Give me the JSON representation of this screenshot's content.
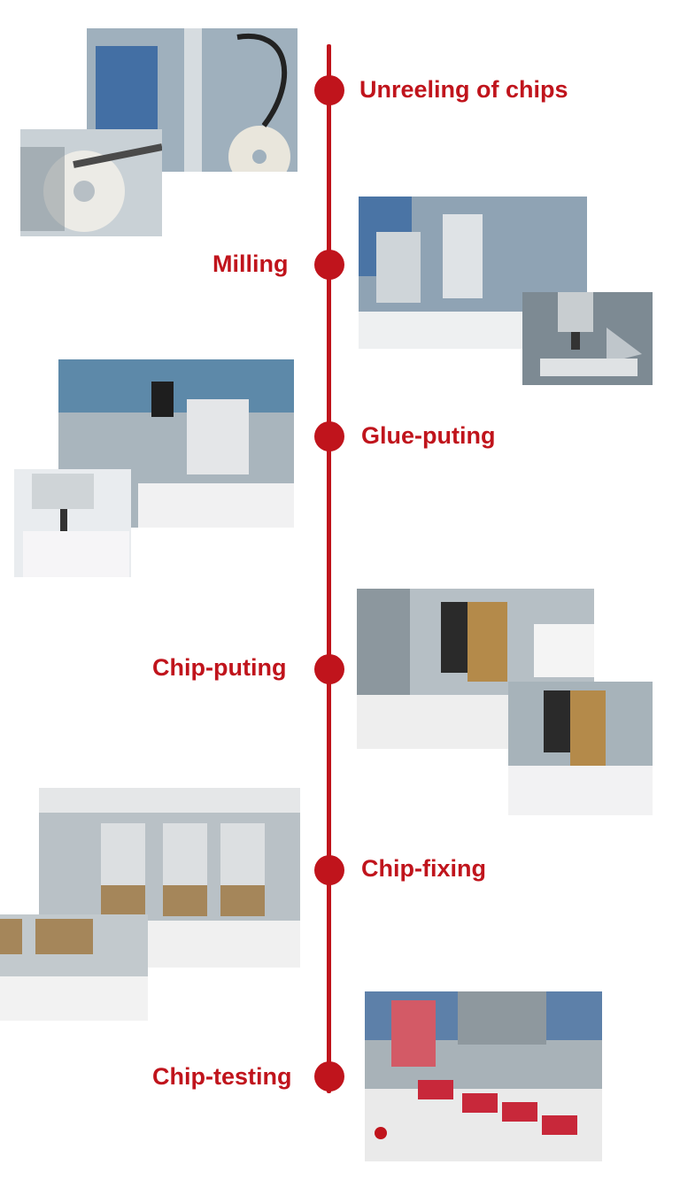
{
  "steps": [
    {
      "label": "Unreeling of chips"
    },
    {
      "label": "Milling"
    },
    {
      "label": "Glue-puting"
    },
    {
      "label": "Chip-puting"
    },
    {
      "label": "Chip-fixing"
    },
    {
      "label": "Chip-testing"
    }
  ],
  "colors": {
    "accent": "#c0141c",
    "background": "#ffffff"
  }
}
